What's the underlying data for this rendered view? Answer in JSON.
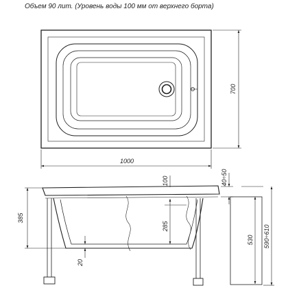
{
  "caption": "Объем 90 лит. (Уровень воды 100 мм от верхнего борта)",
  "top_view": {
    "width_label": "1000",
    "depth_label": "700"
  },
  "side_view": {
    "height_label": "385",
    "water_level_label": "100",
    "inner_depth_label": "285",
    "bottom_label": "20",
    "rim_label": "40÷50",
    "panel_height_label": "530",
    "total_height_label": "590÷610"
  },
  "colors": {
    "line": "#1e1e1e",
    "background": "#ffffff"
  }
}
